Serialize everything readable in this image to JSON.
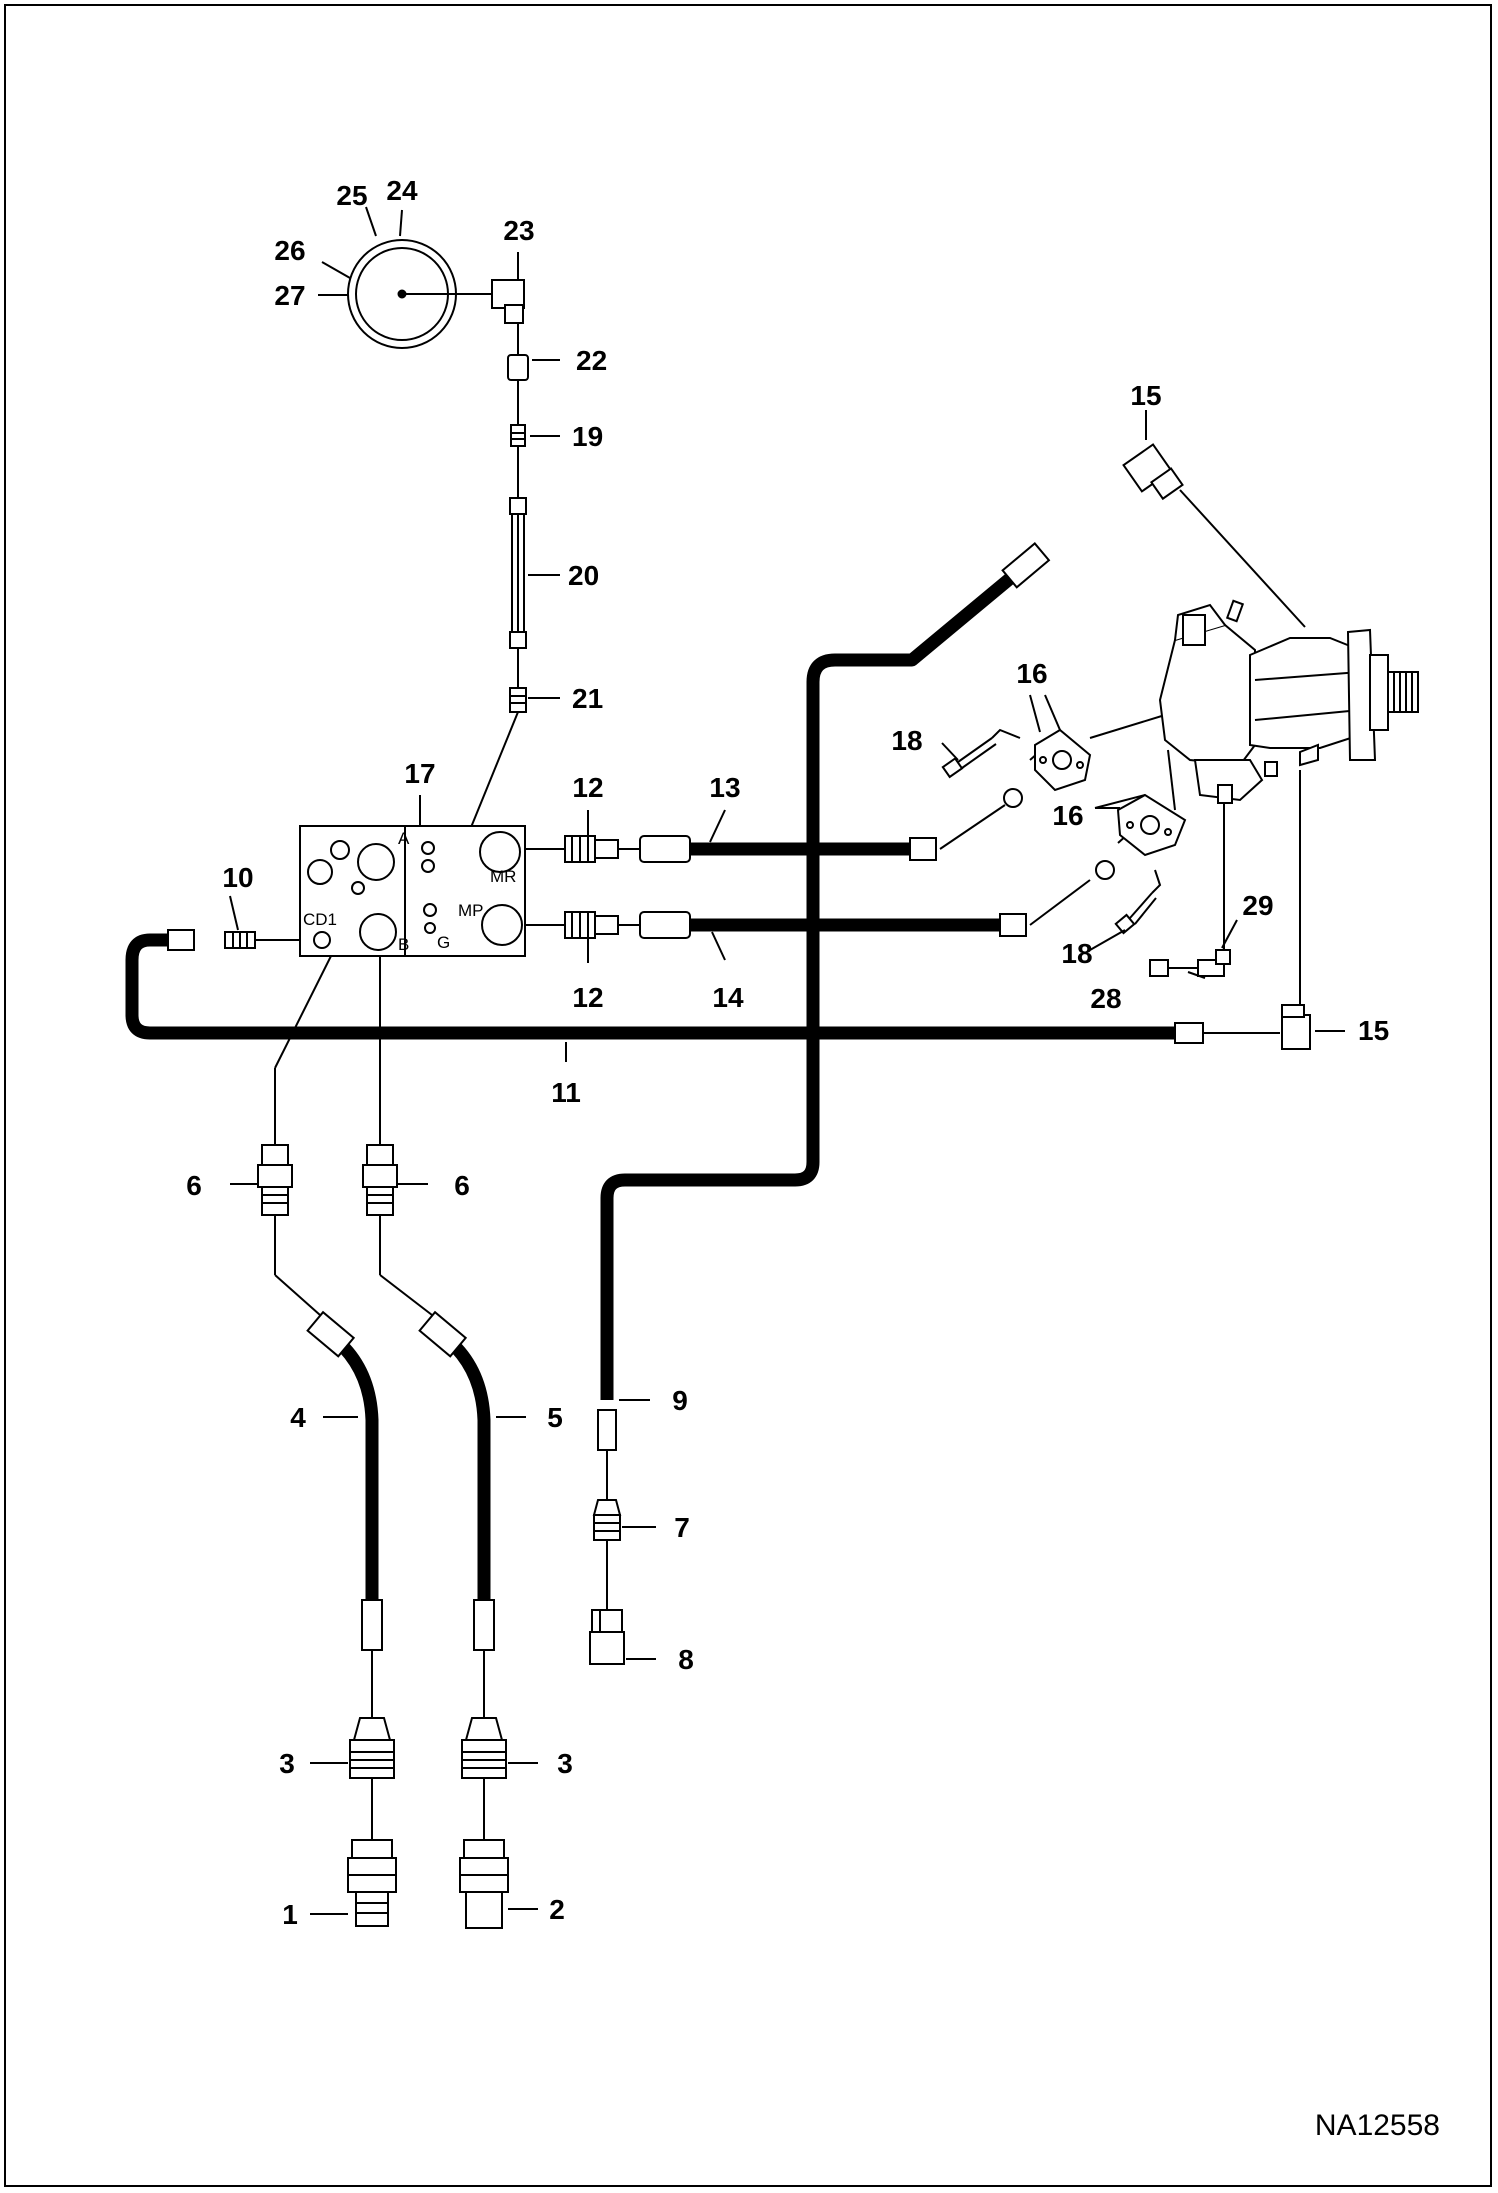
{
  "drawing_number": "NA12558",
  "callouts": {
    "c1": "1",
    "c2": "2",
    "c3a": "3",
    "c3b": "3",
    "c4": "4",
    "c5": "5",
    "c6a": "6",
    "c6b": "6",
    "c7": "7",
    "c8": "8",
    "c9": "9",
    "c10": "10",
    "c11": "11",
    "c12a": "12",
    "c12b": "12",
    "c13": "13",
    "c14": "14",
    "c15a": "15",
    "c15b": "15",
    "c16a": "16",
    "c16b": "16",
    "c17": "17",
    "c18a": "18",
    "c18b": "18",
    "c19": "19",
    "c20": "20",
    "c21": "21",
    "c22": "22",
    "c23": "23",
    "c24": "24",
    "c25": "25",
    "c26": "26",
    "c27": "27",
    "c28": "28",
    "c29": "29"
  },
  "valve_ports": {
    "a": "A",
    "b": "B",
    "g": "G",
    "cd1": "CD1",
    "mr": "MR",
    "mp": "MP"
  }
}
